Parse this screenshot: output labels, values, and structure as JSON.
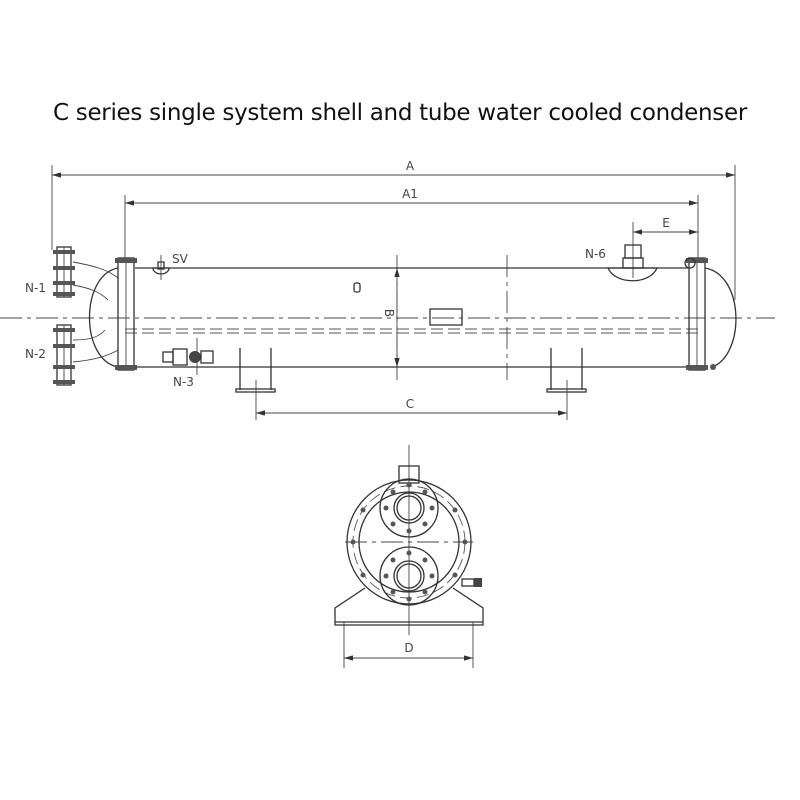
{
  "title": "C series single system shell and tube water cooled condenser",
  "labels": {
    "A": "A",
    "A1": "A1",
    "E": "E",
    "B": "B",
    "C": "C",
    "D": "D",
    "SV": "SV",
    "N1": "N-1",
    "N2": "N-2",
    "N3": "N-3",
    "N6": "N-6"
  }
}
